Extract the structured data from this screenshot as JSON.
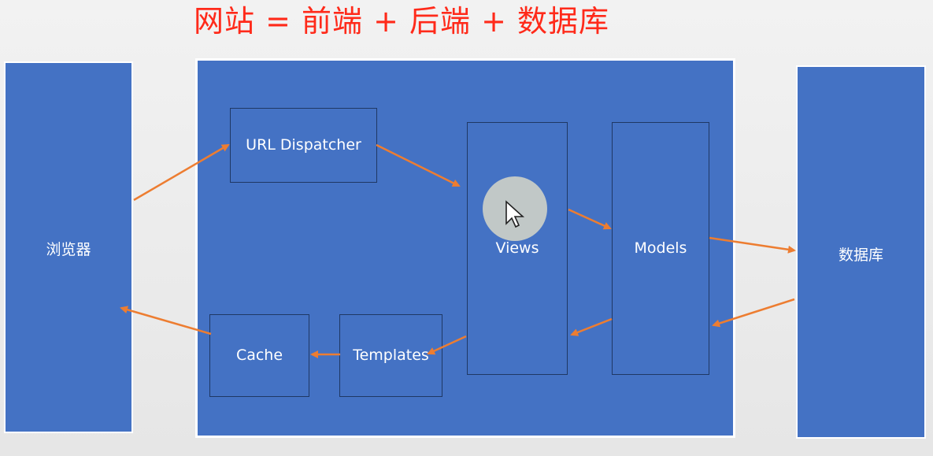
{
  "title": "网站 = 前端 + 后端 + 数据库",
  "nodes": {
    "browser": "浏览器",
    "database": "数据库",
    "url_dispatcher": "URL Dispatcher",
    "views": "Views",
    "models": "Models",
    "templates": "Templates",
    "cache": "Cache"
  },
  "colors": {
    "box_fill": "#4472c4",
    "arrow": "#ed7d31",
    "title": "#ff2a1a"
  }
}
